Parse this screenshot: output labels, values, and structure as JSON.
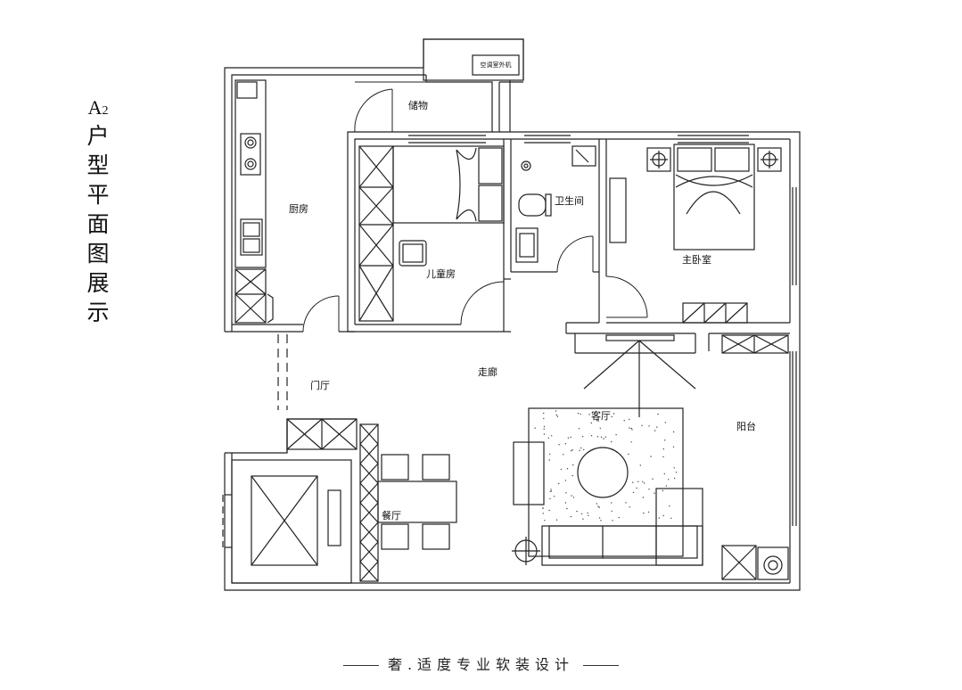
{
  "title": {
    "code": "A",
    "sub": "2",
    "chars": [
      "户",
      "型",
      "平",
      "面",
      "图",
      "展",
      "示"
    ]
  },
  "rooms": {
    "storage": "储物",
    "kitchen": "厨房",
    "kids_room": "儿童房",
    "bathroom": "卫生间",
    "master_bedroom": "主卧室",
    "corridor": "走廊",
    "foyer": "门厅",
    "living_room": "客厅",
    "balcony": "阳台",
    "dining": "餐厅"
  },
  "ac_unit_label": "空调室外机",
  "footer": "奢.适度专业软装设计"
}
